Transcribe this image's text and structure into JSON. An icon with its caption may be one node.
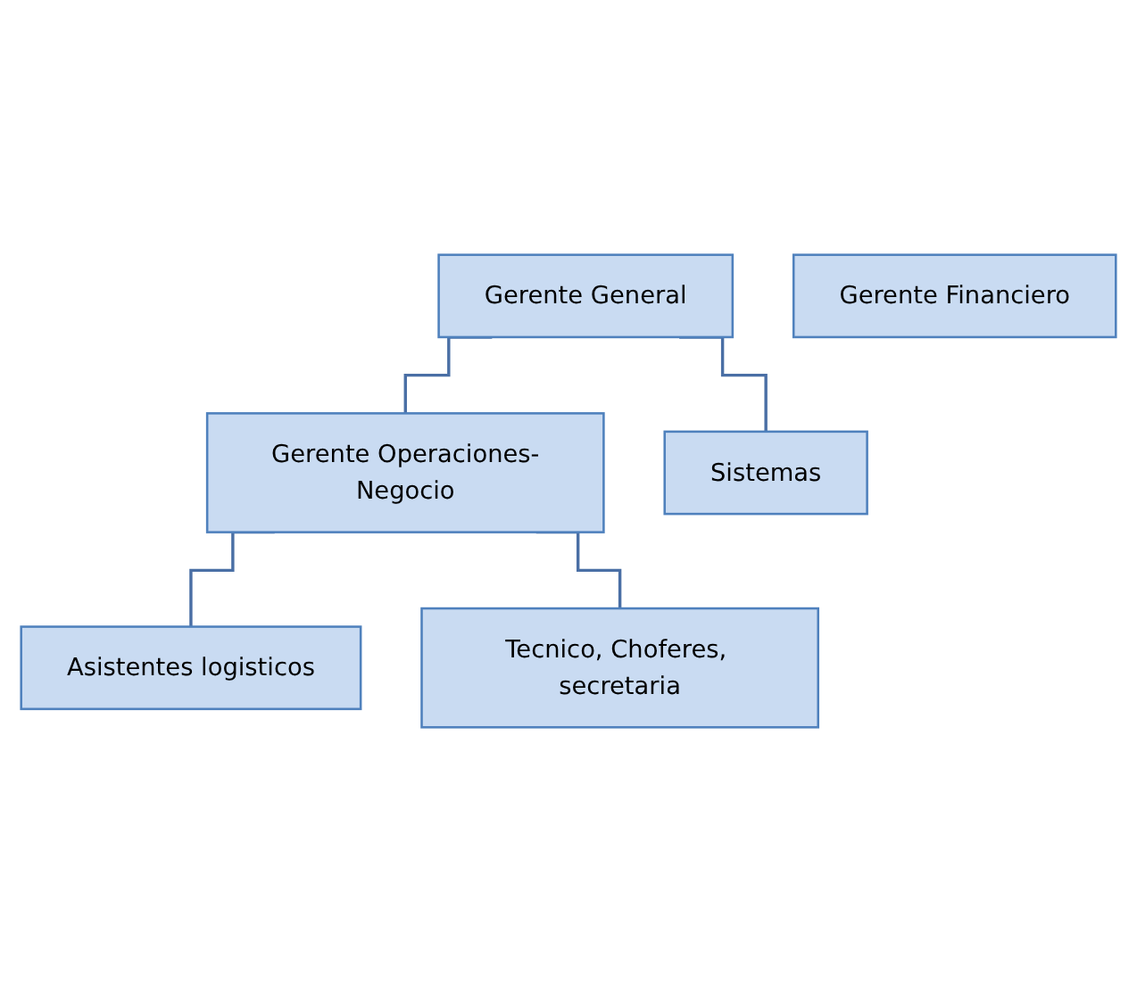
{
  "diagram": {
    "nodes": [
      {
        "text": [
          "Gerente General"
        ]
      },
      {
        "text": [
          "Gerente Financiero"
        ]
      },
      {
        "text": [
          "Gerente Operaciones-Negocio"
        ]
      },
      {
        "text": [
          "Sistemas"
        ]
      },
      {
        "text": [
          "Asistentes logisticos"
        ]
      },
      {
        "text": [
          "Tecnico, Choferes, secretaria"
        ]
      }
    ],
    "edges": [
      {
        "from": 0,
        "to": 2,
        "arrow": "none"
      },
      {
        "from": 0,
        "to": 3,
        "arrow": "none"
      },
      {
        "from": 2,
        "to": 4,
        "arrow": "none"
      },
      {
        "from": 2,
        "to": 5,
        "arrow": "none"
      }
    ]
  }
}
